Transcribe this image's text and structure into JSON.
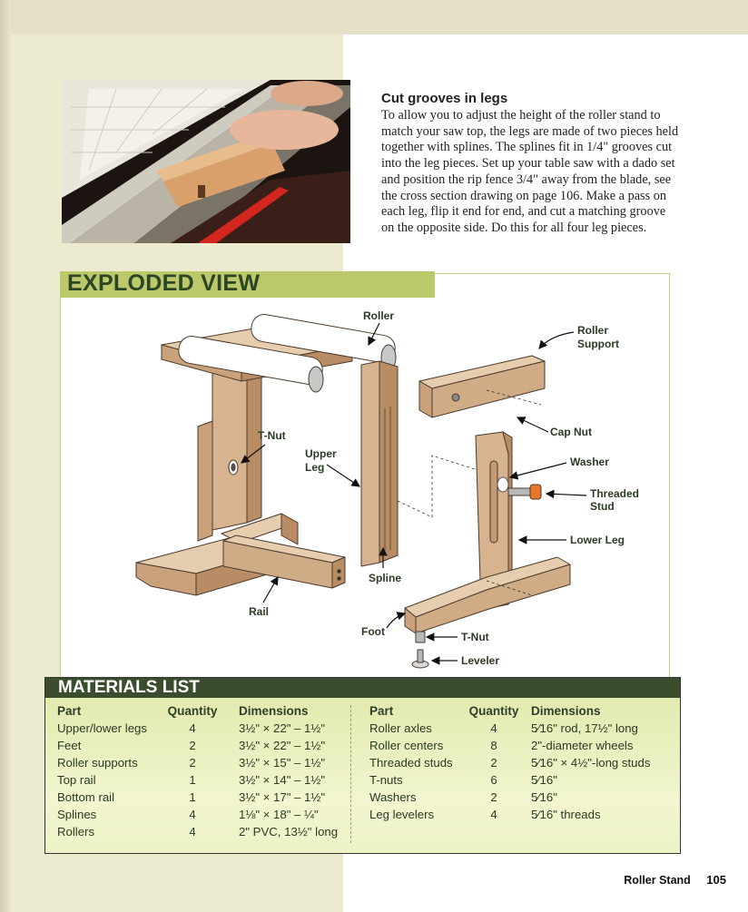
{
  "tip": {
    "heading": "Cut grooves in legs",
    "body": "To allow you to adjust the height of the roller stand to match your saw top, the legs are made of two pieces held together with splines. The splines fit in 1/4\" grooves cut into the leg pieces. Set up your table saw with a dado set and position the rip fence 3/4\" away from the blade, see the cross section drawing on page 106. Make a pass on each leg, flip it end for end, and cut a matching groove on the opposite side. Do this for all four leg pieces."
  },
  "exploded_view": {
    "title": "EXPLODED VIEW",
    "labels": {
      "roller": "Roller",
      "roller_support_1": "Roller",
      "roller_support_2": "Support",
      "t_nut_top": "T-Nut",
      "upper_leg_1": "Upper",
      "upper_leg_2": "Leg",
      "cap_nut": "Cap Nut",
      "washer": "Washer",
      "threaded_stud_1": "Threaded",
      "threaded_stud_2": "Stud",
      "lower_leg": "Lower Leg",
      "spline": "Spline",
      "rail": "Rail",
      "foot": "Foot",
      "t_nut_bottom": "T-Nut",
      "leveler": "Leveler"
    }
  },
  "materials": {
    "title": "MATERIALS LIST",
    "headers": [
      "Part",
      "Quantity",
      "Dimensions"
    ],
    "left": [
      [
        "Upper/lower legs",
        "4",
        "3½\" × 22\" – 1½\""
      ],
      [
        "Feet",
        "2",
        "3½\" × 22\" – 1½\""
      ],
      [
        "Roller supports",
        "2",
        "3½\" × 15\" – 1½\""
      ],
      [
        "Top rail",
        "1",
        "3½\" × 14\" – 1½\""
      ],
      [
        "Bottom rail",
        "1",
        "3½\" × 17\" – 1½\""
      ],
      [
        "Splines",
        "4",
        "1⅛\" × 18\" – ¼\""
      ],
      [
        "Rollers",
        "4",
        "2\" PVC, 13½\" long"
      ]
    ],
    "right": [
      [
        "Roller axles",
        "4",
        "5⁄16\" rod, 17½\" long"
      ],
      [
        "Roller centers",
        "8",
        "2\"-diameter wheels"
      ],
      [
        "Threaded studs",
        "2",
        "5⁄16\" × 4½\"-long studs"
      ],
      [
        "T-nuts",
        "6",
        "5⁄16\""
      ],
      [
        "Washers",
        "2",
        "5⁄16\""
      ],
      [
        "Leg levelers",
        "4",
        "5⁄16\" threads"
      ]
    ]
  },
  "footer": {
    "section": "Roller Stand",
    "page": "105"
  },
  "colors": {
    "header_green": "#bcc96a",
    "title_green": "#2c4526",
    "materials_header": "#3a4d2c",
    "wood": "#d9bb9a"
  }
}
